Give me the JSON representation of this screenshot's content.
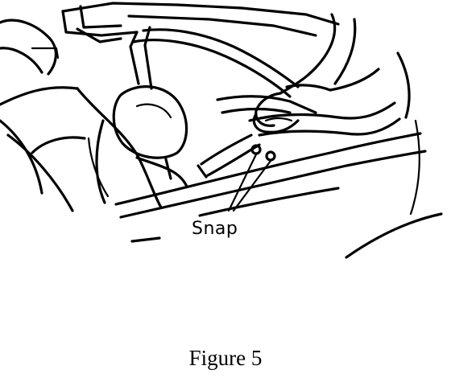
{
  "illustration": {
    "subject": "convertible-top-rear-view-with-hands",
    "ink_color": "#000000",
    "paper_color": "#ffffff"
  },
  "callout": {
    "label": "Snap"
  },
  "caption": {
    "text": "Figure 5"
  }
}
